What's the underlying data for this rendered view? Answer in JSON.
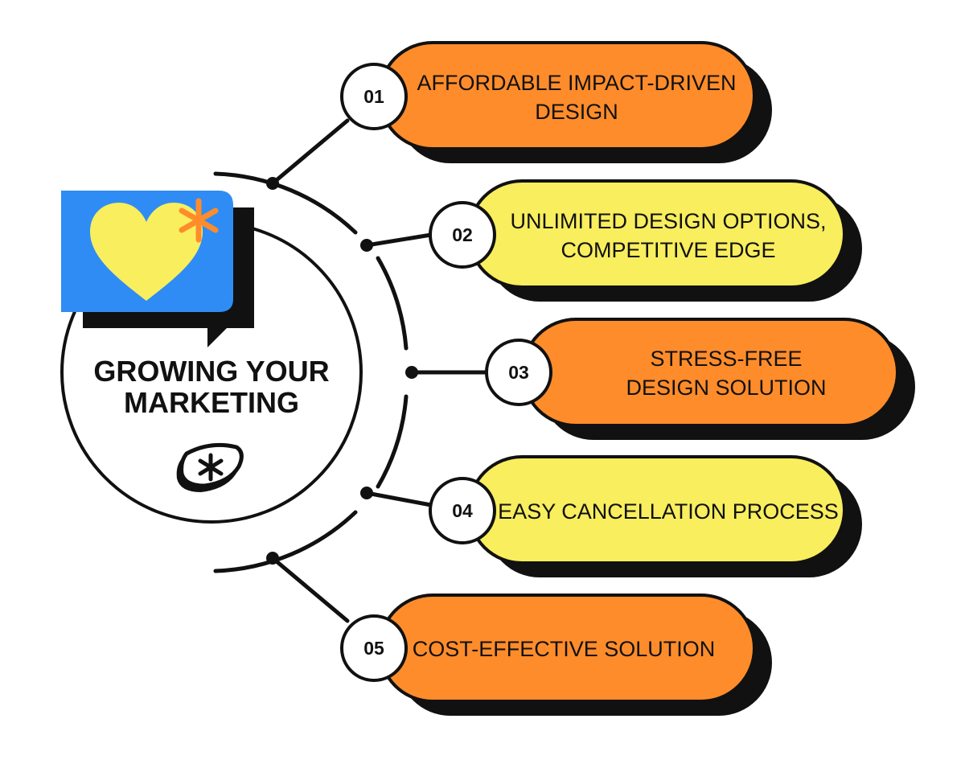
{
  "center": {
    "title_line1": "GROWING YOUR",
    "title_line2": "MARKETING",
    "icons": [
      "heart-icon",
      "asterisk-icon",
      "asterisk-badge-icon"
    ]
  },
  "colors": {
    "orange": "#FF8C2B",
    "yellow": "#F8EE5E",
    "blue": "#2F8CF5",
    "heart": "#F8EE5E",
    "ink": "#111111"
  },
  "items": [
    {
      "num": "01",
      "lines": [
        "AFFORDABLE IMPACT-DRIVEN",
        "DESIGN"
      ],
      "color": "#FF8C2B"
    },
    {
      "num": "02",
      "lines": [
        "UNLIMITED DESIGN OPTIONS,",
        "COMPETITIVE EDGE"
      ],
      "color": "#F8EE5E"
    },
    {
      "num": "03",
      "lines": [
        "STRESS-FREE",
        "DESIGN SOLUTION"
      ],
      "color": "#FF8C2B"
    },
    {
      "num": "04",
      "lines": [
        "EASY CANCELLATION PROCESS"
      ],
      "color": "#F8EE5E"
    },
    {
      "num": "05",
      "lines": [
        "COST-EFFECTIVE SOLUTION"
      ],
      "color": "#FF8C2B"
    }
  ]
}
